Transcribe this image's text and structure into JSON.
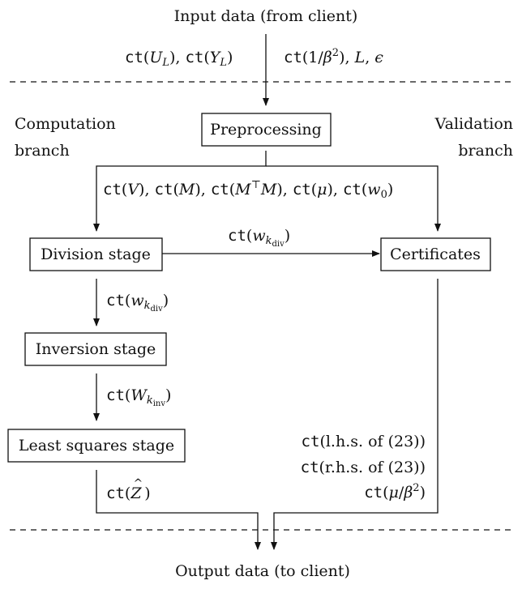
{
  "title_input": "Input data (from client)",
  "title_output": "Output data (to client)",
  "branches": {
    "computation": [
      "Computation",
      "branch"
    ],
    "validation": [
      "Validation",
      "branch"
    ]
  },
  "boxes": {
    "preprocessing": "Preprocessing",
    "division": "Division stage",
    "certificates": "Certificates",
    "inversion": "Inversion stage",
    "least_squares": "Least squares stage"
  },
  "labels": {
    "input_left": "ct(U_L), ct(Y_L)",
    "input_right": "ct(1/β²), L, ϵ",
    "pre_out": "ct(V), ct(M), ct(M⊤M), ct(μ), ct(w₀)",
    "div_to_cert": "ct(w_k_div)",
    "div_to_inv": "ct(w_k_div)",
    "inv_to_ls": "ct(W_k_inv)",
    "ls_out": "ct(Ẑ)",
    "cert_out": [
      "ct(l.h.s. of (23))",
      "ct(r.h.s. of (23))",
      "ct(μ/β²)"
    ]
  }
}
